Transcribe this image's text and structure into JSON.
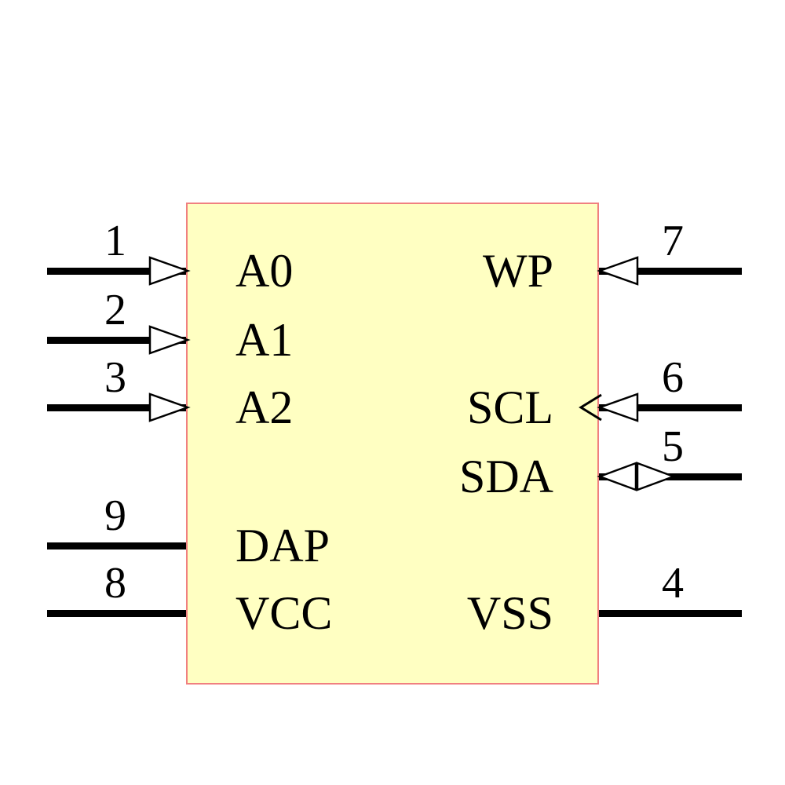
{
  "component": {
    "kind": "ic-schematic-symbol",
    "colors": {
      "body_fill": "#FFFFC2",
      "body_border": "#F08080",
      "pin_line": "#000000",
      "text": "#000000",
      "arrow_fill": "#FFFFFF",
      "arrow_stroke": "#000000"
    },
    "pins": {
      "left": [
        {
          "number": "1",
          "name": "A0",
          "style": "input"
        },
        {
          "number": "2",
          "name": "A1",
          "style": "input"
        },
        {
          "number": "3",
          "name": "A2",
          "style": "input"
        },
        {
          "number": "9",
          "name": "DAP",
          "style": "plain"
        },
        {
          "number": "8",
          "name": "VCC",
          "style": "plain"
        }
      ],
      "right": [
        {
          "number": "7",
          "name": "WP",
          "style": "input"
        },
        {
          "number": "6",
          "name": "SCL",
          "style": "clock-input"
        },
        {
          "number": "5",
          "name": "SDA",
          "style": "bidirectional"
        },
        {
          "number": "4",
          "name": "VSS",
          "style": "plain"
        }
      ]
    }
  }
}
